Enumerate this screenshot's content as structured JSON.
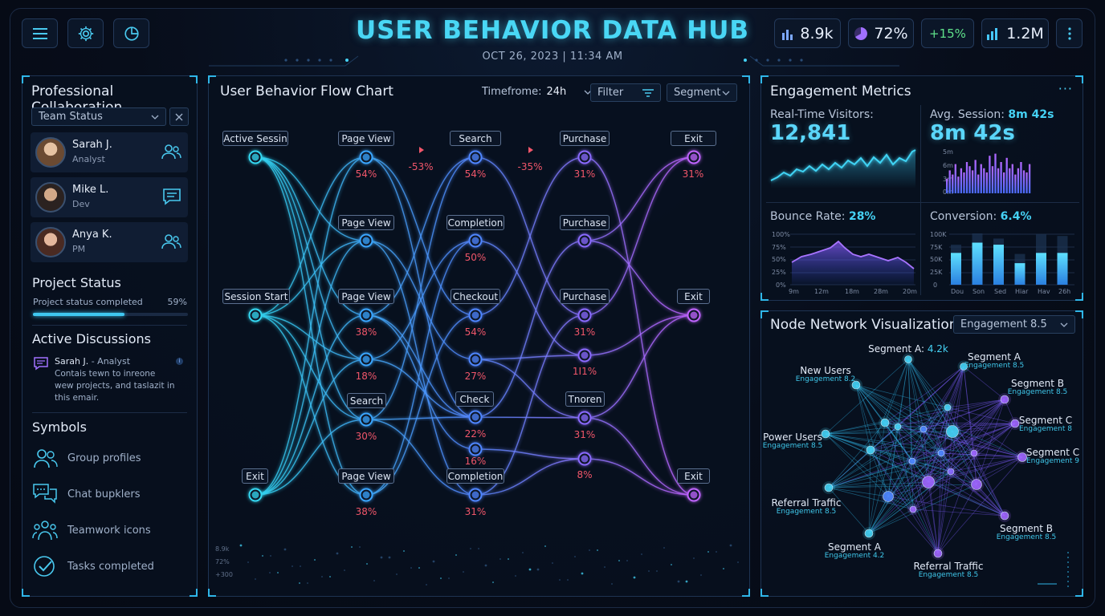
{
  "header": {
    "title": "USER BEHAVIOR DATA HUB",
    "datetime": "OCT 26, 2023  |  11:34 AM",
    "stats": [
      {
        "value": "8.9k",
        "icon": "bar-chart-icon",
        "color": "#7ca8ff"
      },
      {
        "value": "72%",
        "icon": "pie-chart-icon",
        "color": "#a070ff"
      },
      {
        "value": "+15%",
        "icon": "",
        "color": "#5fe08a"
      },
      {
        "value": "1.2M",
        "icon": "bar-chart-rising-icon",
        "color": "#46c8ff"
      }
    ]
  },
  "collab": {
    "title": "Professional Collaboration",
    "dropdown": "Team Status",
    "members": [
      {
        "name": "Sarah J.",
        "role": "Analyst",
        "icon": "group-icon"
      },
      {
        "name": "Mike L.",
        "role": "Dev",
        "icon": "chat-icon"
      },
      {
        "name": "Anya K.",
        "role": "PM",
        "icon": "group-icon"
      }
    ],
    "project_title": "Project Status",
    "project_label": "Project status completed",
    "project_value": "59%",
    "project_fraction": 0.59,
    "discussions_title": "Active Discussions",
    "discussion_author": "Sarah J.",
    "discussion_role": " - Analyst",
    "discussion_body": "Contais tewn to inreone wew projects, and taslazit in this emair.",
    "symbols_title": "Symbols",
    "symbols": [
      {
        "label": "Group profiles",
        "icon": "group-profiles-icon"
      },
      {
        "label": "Chat bupklers",
        "icon": "chat-bubbles-icon"
      },
      {
        "label": "Teamwork icons",
        "icon": "teamwork-icon"
      },
      {
        "label": "Tasks completed",
        "icon": "check-circle-icon"
      }
    ]
  },
  "flow": {
    "title": "User Behavior Flow Chart",
    "timeframe_label": "Timefrome:",
    "timeframe_value": "24h",
    "filter_label": "Filter",
    "segment_label": "Segment",
    "labels": {
      "active": "Active Sessin",
      "session_start": "Session Start",
      "exit_left": "Exit",
      "pv1": "Page View",
      "pv2": "Page View",
      "pv3": "Page View",
      "pv4": "Page View",
      "search1": "Search",
      "search2": "Search",
      "completion1": "Completion",
      "completion2": "Completion",
      "checkout": "Checkout",
      "check": "Check",
      "purchase1": "Purchase",
      "purchase2": "Purchase",
      "purchase3": "Purchase",
      "tnoren": "Tnoren",
      "exit1": "Exit",
      "exit2": "Exit",
      "exit3": "Exit"
    },
    "pcts": {
      "p54a": "54%",
      "p50": "50%",
      "p38": "38%",
      "p18": "18%",
      "p30": "30%",
      "p38b": "38%",
      "p54b": "54%",
      "p54c": "54%",
      "p27": "27%",
      "p22": "22%",
      "p16": "16%",
      "p31a": "31%",
      "p31b": "31%",
      "p31c": "31%",
      "p111": "1I1%",
      "p31d": "31%",
      "p8": "8%",
      "p31e": "31%",
      "drop1": "-53%",
      "drop2": "-35%"
    },
    "mini_axis": [
      "8.9k",
      "72%",
      "+300"
    ]
  },
  "engagement": {
    "title": "Engagement Metrics",
    "visitors_label": "Real-Time Visitors:",
    "visitors_value": "12,841",
    "session_label": "Avg. Session: ",
    "session_value_inline": "8m 42s",
    "session_value": "8m 42s",
    "session_ticks": [
      "5m",
      "6m",
      "3m",
      "0m"
    ],
    "bounce_label": "Bounce Rate: ",
    "bounce_value": "28%",
    "bounce_y": [
      "100%",
      "75%",
      "50%",
      "25%",
      "0%"
    ],
    "bounce_x": [
      "9m",
      "12m",
      "18m",
      "28m",
      "20m"
    ],
    "conversion_label": "Conversion: ",
    "conversion_value": "6.4%",
    "conv_y": [
      "100K",
      "75K",
      "50K",
      "25K",
      "0"
    ],
    "conv_x": [
      "Dou",
      "Son",
      "Sed",
      "Hiar",
      "Hav",
      "26h"
    ]
  },
  "network": {
    "title": "Node Network Visualization",
    "dropdown": "Engagement 8.5",
    "seg_a_top": "Segment A: ",
    "seg_a_top_value": "4.2k",
    "nodes": [
      {
        "name": "Segment A",
        "sub": "Engagement 8.5"
      },
      {
        "name": "New Users",
        "sub": "Engagement 8.2"
      },
      {
        "name": "Segment B",
        "sub": "Engagement 8.5"
      },
      {
        "name": "Power Users",
        "sub": "Engagement 8.5"
      },
      {
        "name": "Segment C",
        "sub": "Engagement 8"
      },
      {
        "name": "Segment C",
        "sub": "Engagement 9"
      },
      {
        "name": "Referral Traffic",
        "sub": "Engagement 8.5"
      },
      {
        "name": "Segment B",
        "sub": "Engagement 8.5"
      },
      {
        "name": "Segment A",
        "sub": "Engagement 4.2"
      },
      {
        "name": "Referral Traffic",
        "sub": "Engagement 8.5"
      }
    ]
  },
  "colors": {
    "cyan": "#45d2f5",
    "purple": "#a66cff",
    "red": "#f0566a",
    "green": "#5fe08a"
  }
}
